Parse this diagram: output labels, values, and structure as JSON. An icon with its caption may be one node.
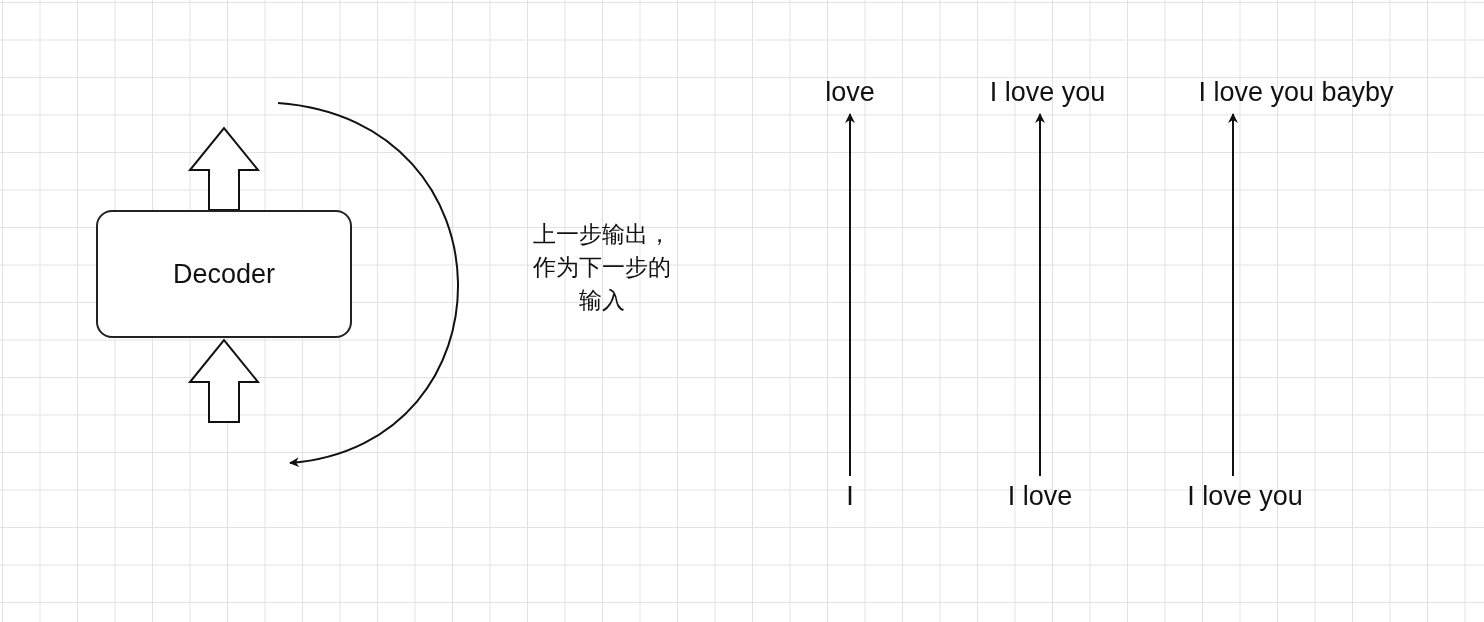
{
  "diagram": {
    "nodes": [
      {
        "text": [
          "Decoder"
        ]
      },
      {
        "text": [
          "love"
        ]
      },
      {
        "text": [
          "I love you"
        ]
      },
      {
        "text": [
          "I love you bayby"
        ]
      },
      {
        "text": [
          "I"
        ]
      },
      {
        "text": [
          "I love"
        ]
      },
      {
        "text": [
          "I love you"
        ]
      }
    ],
    "edges": [
      {
        "from": 0,
        "to": null,
        "arrow": "to",
        "style": "thick"
      },
      {
        "from": null,
        "to": 0,
        "arrow": "to",
        "style": "thick"
      },
      {
        "from": 4,
        "to": 1,
        "arrow": "to"
      },
      {
        "from": 5,
        "to": 2,
        "arrow": "to"
      },
      {
        "from": 6,
        "to": 3,
        "arrow": "to"
      }
    ],
    "labels": [
      "上一步输出，作为下一步的输入"
    ]
  }
}
